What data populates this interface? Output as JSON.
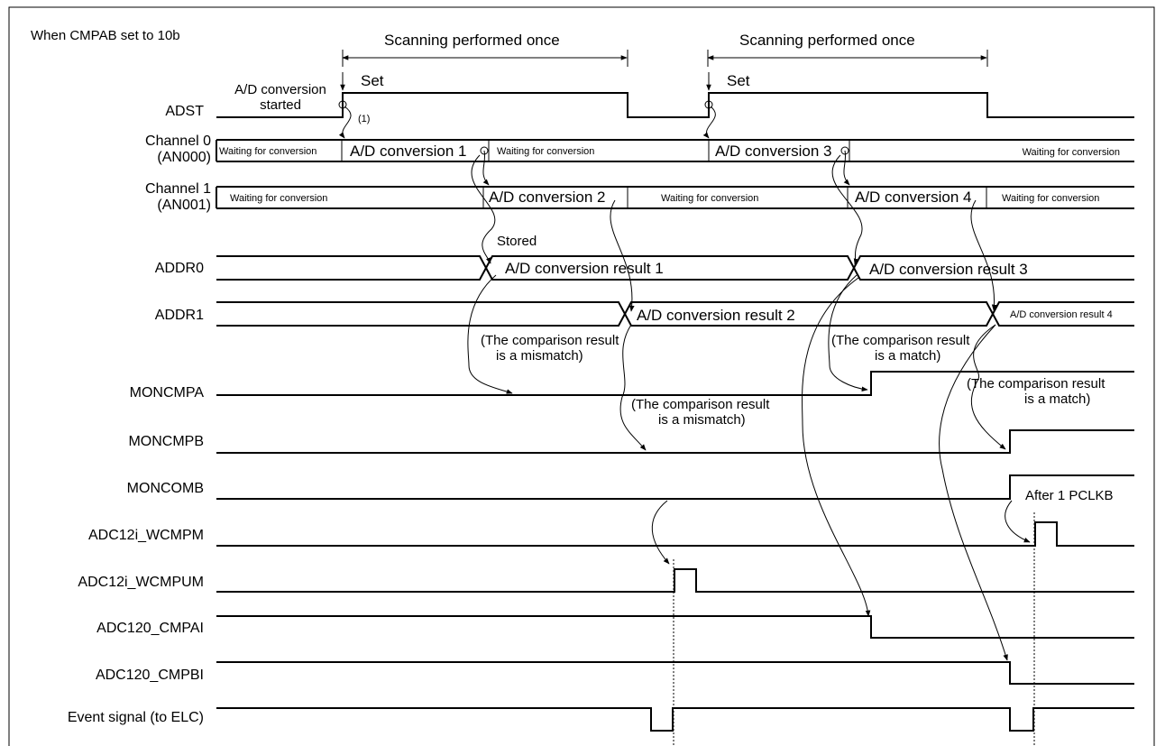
{
  "header": {
    "mode_label": "When CMPAB set to 10b",
    "scan_label_1": "Scanning performed once",
    "scan_label_2": "Scanning performed once"
  },
  "signals": {
    "adst": "ADST",
    "ch0_line1": "Channel 0",
    "ch0_line2": "(AN000)",
    "ch1_line1": "Channel 1",
    "ch1_line2": "(AN001)",
    "addr0": "ADDR0",
    "addr1": "ADDR1",
    "moncmpa": "MONCMPA",
    "moncmpb": "MONCMPB",
    "moncomb": "MONCOMB",
    "wcmpm": "ADC12i_WCMPM",
    "wcmpum": "ADC12i_WCMPUM",
    "cmpai": "ADC120_CMPAI",
    "cmpbi": "ADC120_CMPBI",
    "event": "Event signal (to ELC)"
  },
  "annotations": {
    "conv_started_1": "A/D conversion",
    "conv_started_2": "started",
    "set_1": "Set",
    "set_2": "Set",
    "marker_1": "(1)",
    "stored": "Stored",
    "after_pclkb": "After 1 PCLKB",
    "mismatch_a_1": "(The comparison result",
    "mismatch_a_2": "is a mismatch)",
    "match_a_1": "(The comparison result",
    "match_a_2": "is a match)",
    "mismatch_b_1": "(The comparison result",
    "mismatch_b_2": "is a mismatch)",
    "match_b_1": "(The comparison result",
    "match_b_2": "is a match)"
  },
  "ch0_states": {
    "wait_1": "Waiting for conversion",
    "conv_1": "A/D conversion 1",
    "wait_2": "Waiting for conversion",
    "conv_3": "A/D conversion 3",
    "wait_3": "Waiting for conversion"
  },
  "ch1_states": {
    "wait_1": "Waiting for conversion",
    "conv_2": "A/D conversion 2",
    "wait_2": "Waiting for conversion",
    "conv_4": "A/D conversion 4",
    "wait_3": "Waiting for conversion"
  },
  "registers": {
    "addr0_result_1": "A/D conversion result 1",
    "addr0_result_3": "A/D conversion result 3",
    "addr1_result_2": "A/D conversion result 2",
    "addr1_result_4": "A/D conversion result 4"
  }
}
